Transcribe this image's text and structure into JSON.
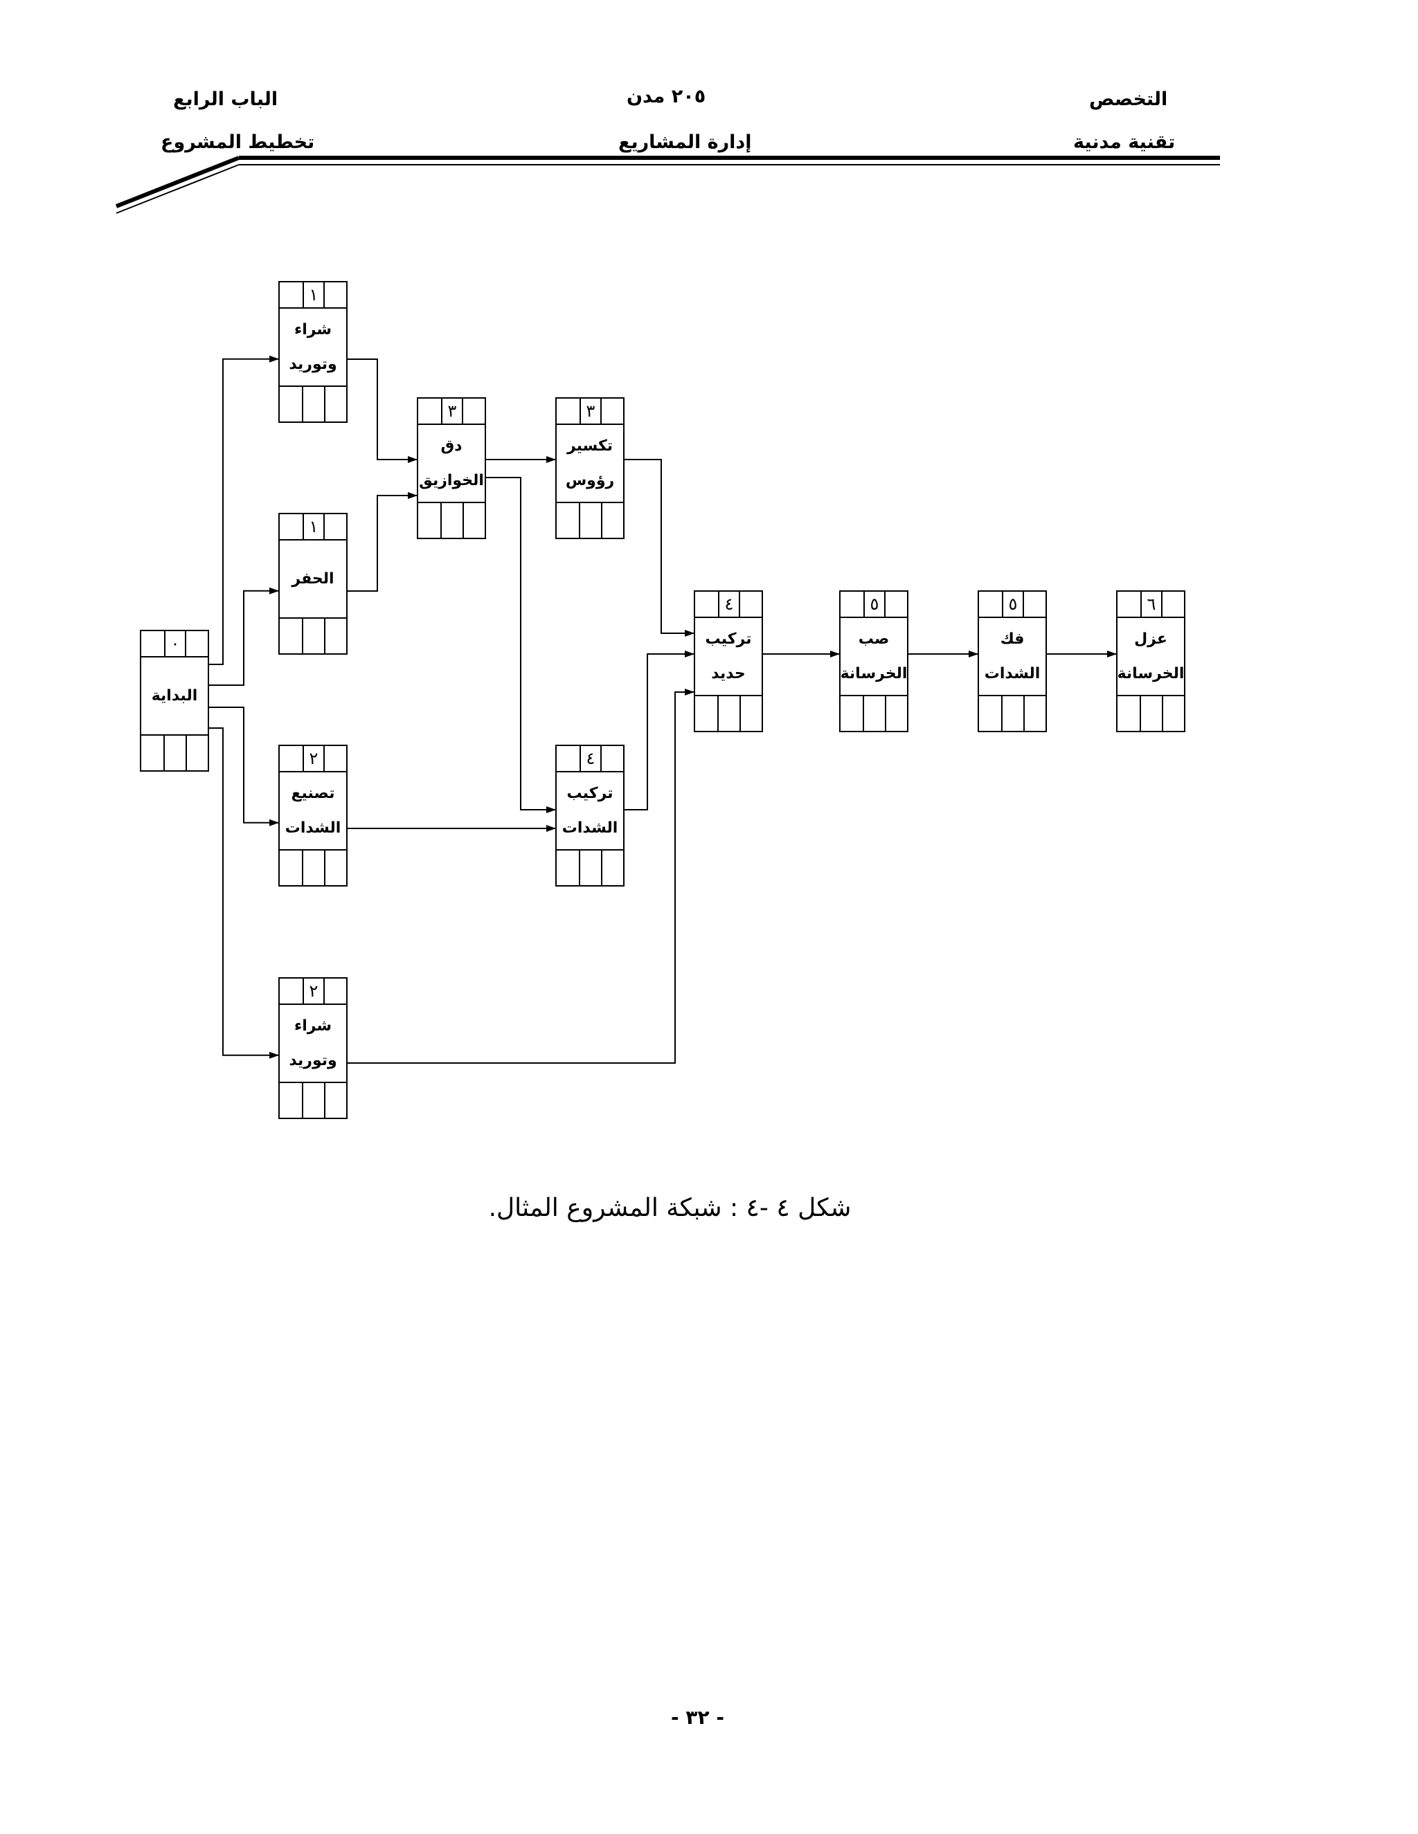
{
  "header": {
    "chapter": "الباب الرابع",
    "chapter_title": "تخطيط المشروع",
    "course_code": "٢٠٥ مدن",
    "course_name": "إدارة المشاريع",
    "major_label": "التخصص",
    "major": "تقنية مدنية"
  },
  "nodes": [
    {
      "id": "start",
      "num": "٠",
      "lines": [
        "البداية"
      ]
    },
    {
      "id": "buy1",
      "num": "١",
      "lines": [
        "شراء",
        "وتوريد"
      ]
    },
    {
      "id": "dig",
      "num": "١",
      "lines": [
        "الحفر"
      ]
    },
    {
      "id": "piles",
      "num": "٣",
      "lines": [
        "دق",
        "الخوازيق"
      ]
    },
    {
      "id": "break",
      "num": "٣",
      "lines": [
        "تكسير",
        "رؤوس"
      ]
    },
    {
      "id": "fabform",
      "num": "٢",
      "lines": [
        "تصنيع",
        "الشدات"
      ]
    },
    {
      "id": "buy2",
      "num": "٢",
      "lines": [
        "شراء",
        "وتوريد"
      ]
    },
    {
      "id": "instform",
      "num": "٤",
      "lines": [
        "تركيب",
        "الشدات"
      ]
    },
    {
      "id": "steel",
      "num": "٤",
      "lines": [
        "تركيب",
        "حديد"
      ]
    },
    {
      "id": "pour",
      "num": "٥",
      "lines": [
        "صب",
        "الخرسانة"
      ]
    },
    {
      "id": "strip",
      "num": "٥",
      "lines": [
        "فك",
        "الشدات"
      ]
    },
    {
      "id": "insul",
      "num": "٦",
      "lines": [
        "عزل",
        "الخرسانة"
      ]
    }
  ],
  "edges": [
    [
      "start",
      "buy1"
    ],
    [
      "start",
      "dig"
    ],
    [
      "start",
      "fabform"
    ],
    [
      "start",
      "buy2"
    ],
    [
      "buy1",
      "piles"
    ],
    [
      "dig",
      "piles"
    ],
    [
      "piles",
      "break"
    ],
    [
      "piles",
      "instform"
    ],
    [
      "fabform",
      "instform"
    ],
    [
      "break",
      "steel"
    ],
    [
      "instform",
      "steel"
    ],
    [
      "buy2",
      "steel"
    ],
    [
      "steel",
      "pour"
    ],
    [
      "pour",
      "strip"
    ],
    [
      "strip",
      "insul"
    ]
  ],
  "caption": "شكل ٤ -٤ : شبكة المشروع المثال.",
  "page_number": "- ٣٢ -"
}
